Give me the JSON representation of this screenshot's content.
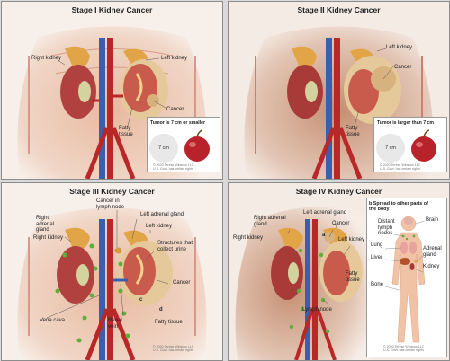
{
  "panels": [
    {
      "title": "Stage I Kidney Cancer",
      "labels": {
        "right_kidney": "Right kidney",
        "left_kidney": "Left kidney",
        "cancer": "Cancer",
        "fatty_tissue": "Fatty tissue"
      },
      "inset": {
        "caption": "Tumor is 7 cm or smaller",
        "measure": "7 cm"
      },
      "copyright": [
        "© 2020 Terese Winslow LLC",
        "U.S. Govt. has certain rights"
      ]
    },
    {
      "title": "Stage II Kidney Cancer",
      "labels": {
        "left_kidney": "Left kidney",
        "cancer": "Cancer",
        "fatty_tissue": "Fatty tissue"
      },
      "inset": {
        "caption": "Tumor is larger than 7 cm",
        "measure": "7 cm"
      },
      "copyright": [
        "© 2020 Terese Winslow LLC",
        "U.S. Govt. has certain rights"
      ]
    },
    {
      "title": "Stage III Kidney Cancer",
      "labels": {
        "right_adrenal_gland": "Right adrenal gland",
        "cancer_in_lymph_node": "Cancer in lymph node",
        "left_adrenal_gland": "Left adrenal gland",
        "left_kidney": "Left kidney",
        "right_kidney": "Right kidney",
        "structures_collect_urine": "Structures that collect urine",
        "cancer": "Cancer",
        "vena_cava": "Vena cava",
        "renal_vein": "Renal vein",
        "fatty_tissue": "Fatty tissue",
        "marker_c": "c",
        "marker_d": "d"
      },
      "copyright": [
        "© 2020 Terese Winslow LLC",
        "U.S. Govt. has certain rights"
      ]
    },
    {
      "title": "Stage IV Kidney Cancer",
      "labels": {
        "right_adrenal_gland": "Right adrenal gland",
        "left_adrenal_gland": "Left adrenal gland",
        "cancer": "Cancer",
        "right_kidney": "Right kidney",
        "left_kidney": "Left kidney",
        "fatty_tissue": "Fatty tissue",
        "lymph_node": "Lymph node",
        "marker_a": "a"
      },
      "spread": {
        "title": "b Spread to other parts of the body",
        "brain": "Brain",
        "distant_lymph_nodes": "Distant lymph nodes",
        "lung": "Lung",
        "adrenal_gland": "Adrenal gland",
        "liver": "Liver",
        "kidney": "Kidney",
        "bone": "Bone"
      },
      "copyright": [
        "© 2020 Terese Winslow LLC",
        "U.S. Govt. has certain rights"
      ]
    }
  ],
  "colors": {
    "kidney": "#b0413e",
    "aorta": "#b82828",
    "vena_cava": "#3b5fb0",
    "tumor": "#e6c99a",
    "lymph": "#5fae3a",
    "adrenal": "#e1a447"
  }
}
